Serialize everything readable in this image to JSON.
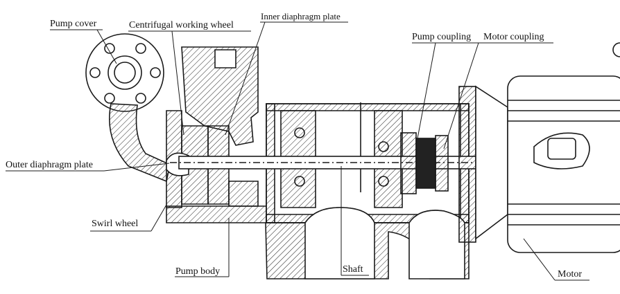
{
  "labels": {
    "pump_cover": "Pump cover",
    "centrifugal_working_wheel": "Centrifugal working wheel",
    "inner_diaphragm_plate": "Inner diaphragm plate",
    "pump_coupling": "Pump coupling",
    "motor_coupling": "Motor coupling",
    "outer_diaphragm_plate": "Outer diaphragm plate",
    "swirl_wheel": "Swirl wheel",
    "pump_body": "Pump body",
    "shaft": "Shaft",
    "motor": "Motor"
  },
  "colors": {
    "line": "#1a1a1a",
    "background": "#ffffff"
  }
}
